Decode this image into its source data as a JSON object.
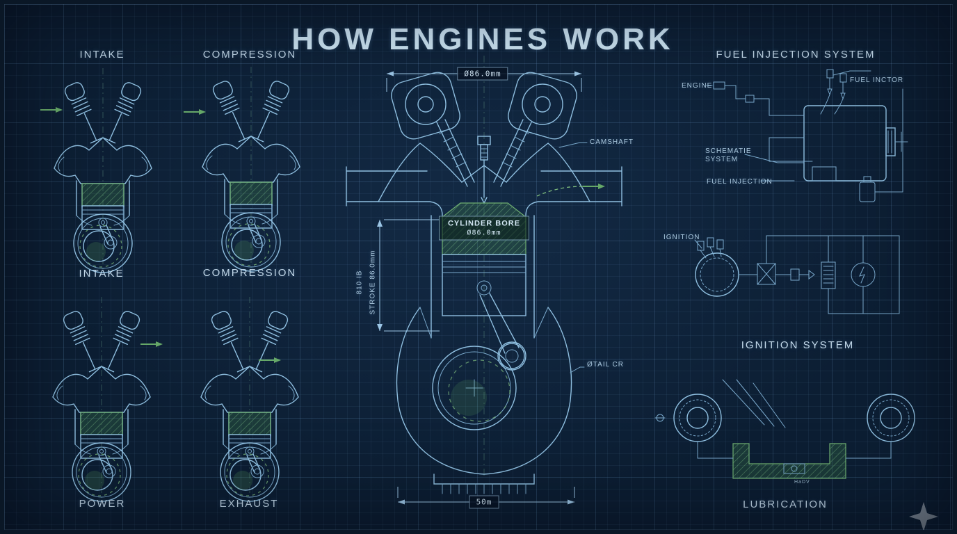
{
  "title": "HOW ENGINES WORK",
  "cycles": {
    "intake_top": "INTAKE",
    "compression_top": "COMPRESSION",
    "intake_mid": "INTAKE",
    "compression_mid": "COMPRESSION",
    "power": "POWER",
    "exhaust": "EXHAUST"
  },
  "engine_detail": {
    "bore_dim": "Ø86.0mm",
    "camshaft_label": "CAMSHAFT",
    "cylinder_bore_title": "CYLINDER BORE",
    "cylinder_bore_value": "Ø86.0mm",
    "stroke_label": "STROKE 86.0mm",
    "stroke_label_2": "810 IB",
    "tail_label": "ØTAIL CR",
    "bottom_dim": "50m"
  },
  "fuel_system": {
    "title": "FUEL INJECTION SYSTEM",
    "engine_label": "ENGINE",
    "injector_label": "FUEL INCTOR",
    "schematic_line1": "SCHEMATIE",
    "schematic_line2": "SYSTEM",
    "injection_label": "FUEL INJECTION"
  },
  "ignition_system": {
    "label": "IGNITION",
    "title": "IGNITION SYSTEM"
  },
  "lubrication_system": {
    "title": "LUBRICATION",
    "pan_label": "HaDV"
  },
  "colors": {
    "background": "#0c1e33",
    "line": "#8fbfe0",
    "accent_green": "#66a868",
    "text": "#c3d9ea"
  }
}
